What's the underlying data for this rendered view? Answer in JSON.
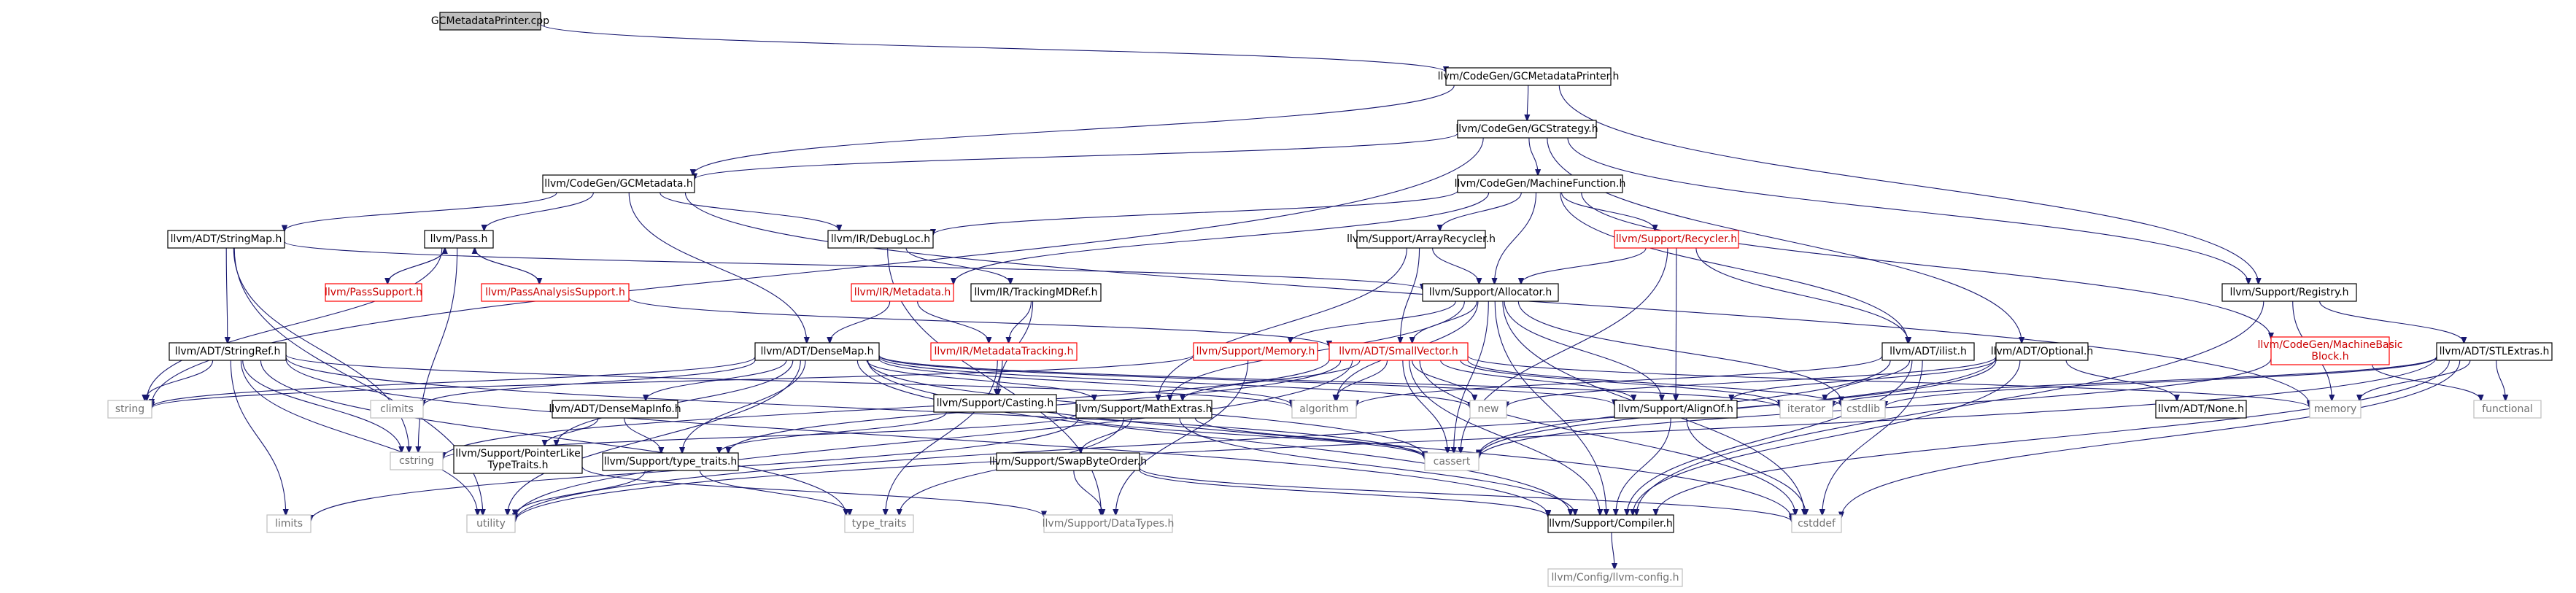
{
  "diagram": {
    "colors": {
      "edge": "#191970",
      "root_fill": "#bfbfbf",
      "red_border": "#ff0000",
      "red_text": "#cc0000",
      "gray": "#bfbfbf",
      "gray_text": "#707070"
    },
    "nodes": [
      {
        "id": "root",
        "label": "GCMetadataPrinter.cpp",
        "style": "root"
      },
      {
        "id": "gcmp",
        "label": "llvm/CodeGen/GCMetadataPrinter.h",
        "style": "normal"
      },
      {
        "id": "gcstrat",
        "label": "llvm/CodeGen/GCStrategy.h",
        "style": "normal"
      },
      {
        "id": "gcmeta",
        "label": "llvm/CodeGen/GCMetadata.h",
        "style": "normal"
      },
      {
        "id": "mfunc",
        "label": "llvm/CodeGen/MachineFunction.h",
        "style": "normal"
      },
      {
        "id": "stringmap",
        "label": "llvm/ADT/StringMap.h",
        "style": "normal"
      },
      {
        "id": "pass",
        "label": "llvm/Pass.h",
        "style": "normal"
      },
      {
        "id": "debugloc",
        "label": "llvm/IR/DebugLoc.h",
        "style": "normal"
      },
      {
        "id": "arrayrec",
        "label": "llvm/Support/ArrayRecycler.h",
        "style": "normal"
      },
      {
        "id": "recycler",
        "label": "llvm/Support/Recycler.h",
        "style": "red"
      },
      {
        "id": "registry",
        "label": "llvm/Support/Registry.h",
        "style": "normal"
      },
      {
        "id": "passsupport",
        "label": "llvm/PassSupport.h",
        "style": "red"
      },
      {
        "id": "passanalysis",
        "label": "llvm/PassAnalysisSupport.h",
        "style": "red"
      },
      {
        "id": "metadata",
        "label": "llvm/IR/Metadata.h",
        "style": "red"
      },
      {
        "id": "trackingmd",
        "label": "llvm/IR/TrackingMDRef.h",
        "style": "normal"
      },
      {
        "id": "allocator",
        "label": "llvm/Support/Allocator.h",
        "style": "normal"
      },
      {
        "id": "stringref",
        "label": "llvm/ADT/StringRef.h",
        "style": "normal"
      },
      {
        "id": "densemap",
        "label": "llvm/ADT/DenseMap.h",
        "style": "normal"
      },
      {
        "id": "mdtracking",
        "label": "llvm/IR/MetadataTracking.h",
        "style": "red"
      },
      {
        "id": "memory_h",
        "label": "llvm/Support/Memory.h",
        "style": "red"
      },
      {
        "id": "smallvector",
        "label": "llvm/ADT/SmallVector.h",
        "style": "red"
      },
      {
        "id": "ilist",
        "label": "llvm/ADT/ilist.h",
        "style": "normal"
      },
      {
        "id": "optional",
        "label": "llvm/ADT/Optional.h",
        "style": "normal"
      },
      {
        "id": "mbb",
        "label": "llvm/CodeGen/MachineBasic\nBlock.h",
        "style": "red"
      },
      {
        "id": "stlextras",
        "label": "llvm/ADT/STLExtras.h",
        "style": "normal"
      },
      {
        "id": "string",
        "label": "string",
        "style": "gray"
      },
      {
        "id": "climits",
        "label": "climits",
        "style": "gray"
      },
      {
        "id": "densemapinfo",
        "label": "llvm/ADT/DenseMapInfo.h",
        "style": "normal"
      },
      {
        "id": "casting",
        "label": "llvm/Support/Casting.h",
        "style": "normal"
      },
      {
        "id": "mathextras",
        "label": "llvm/Support/MathExtras.h",
        "style": "normal"
      },
      {
        "id": "algorithm",
        "label": "algorithm",
        "style": "gray"
      },
      {
        "id": "new",
        "label": "new",
        "style": "gray"
      },
      {
        "id": "alignof",
        "label": "llvm/Support/AlignOf.h",
        "style": "normal"
      },
      {
        "id": "iterator",
        "label": "iterator",
        "style": "gray"
      },
      {
        "id": "cstdlib",
        "label": "cstdlib",
        "style": "gray"
      },
      {
        "id": "none",
        "label": "llvm/ADT/None.h",
        "style": "normal"
      },
      {
        "id": "memory",
        "label": "memory",
        "style": "gray"
      },
      {
        "id": "functional",
        "label": "functional",
        "style": "gray"
      },
      {
        "id": "cstring",
        "label": "cstring",
        "style": "gray"
      },
      {
        "id": "ptrlike",
        "label": "llvm/Support/PointerLike\nTypeTraits.h",
        "style": "normal"
      },
      {
        "id": "typetraits_h",
        "label": "llvm/Support/type_traits.h",
        "style": "normal"
      },
      {
        "id": "swapbyte",
        "label": "llvm/Support/SwapByteOrder.h",
        "style": "normal"
      },
      {
        "id": "cassert",
        "label": "cassert",
        "style": "gray"
      },
      {
        "id": "limits",
        "label": "limits",
        "style": "gray"
      },
      {
        "id": "utility",
        "label": "utility",
        "style": "gray"
      },
      {
        "id": "type_traits",
        "label": "type_traits",
        "style": "gray"
      },
      {
        "id": "datatypes",
        "label": "llvm/Support/DataTypes.h",
        "style": "gray"
      },
      {
        "id": "compiler",
        "label": "llvm/Support/Compiler.h",
        "style": "normal"
      },
      {
        "id": "cstddef",
        "label": "cstddef",
        "style": "gray"
      },
      {
        "id": "llvmconfig",
        "label": "llvm/Config/llvm-config.h",
        "style": "gray"
      }
    ],
    "edges": [
      [
        "root",
        "gcmp"
      ],
      [
        "gcmp",
        "gcstrat"
      ],
      [
        "gcmp",
        "gcmeta"
      ],
      [
        "gcmp",
        "registry"
      ],
      [
        "gcstrat",
        "gcmeta"
      ],
      [
        "gcstrat",
        "mfunc"
      ],
      [
        "gcstrat",
        "optional"
      ],
      [
        "gcstrat",
        "registry"
      ],
      [
        "gcstrat",
        "string"
      ],
      [
        "gcmeta",
        "stringmap"
      ],
      [
        "gcmeta",
        "pass"
      ],
      [
        "gcmeta",
        "debugloc"
      ],
      [
        "gcmeta",
        "densemap"
      ],
      [
        "gcmeta",
        "memory"
      ],
      [
        "mfunc",
        "debugloc"
      ],
      [
        "mfunc",
        "arrayrec"
      ],
      [
        "mfunc",
        "recycler"
      ],
      [
        "mfunc",
        "allocator"
      ],
      [
        "mfunc",
        "metadata"
      ],
      [
        "mfunc",
        "ilist"
      ],
      [
        "mfunc",
        "mbb"
      ],
      [
        "stringmap",
        "stringref"
      ],
      [
        "stringmap",
        "allocator"
      ],
      [
        "stringmap",
        "cstring"
      ],
      [
        "stringmap",
        "utility"
      ],
      [
        "pass",
        "passsupport"
      ],
      [
        "pass",
        "passanalysis"
      ],
      [
        "pass",
        "string"
      ],
      [
        "pass",
        "cstring"
      ],
      [
        "passsupport",
        "pass"
      ],
      [
        "passanalysis",
        "pass"
      ],
      [
        "passanalysis",
        "smallvector"
      ],
      [
        "debugloc",
        "trackingmd"
      ],
      [
        "debugloc",
        "datatypes"
      ],
      [
        "arrayrec",
        "allocator"
      ],
      [
        "arrayrec",
        "smallvector"
      ],
      [
        "arrayrec",
        "mathextras"
      ],
      [
        "recycler",
        "allocator"
      ],
      [
        "recycler",
        "ilist"
      ],
      [
        "recycler",
        "alignof"
      ],
      [
        "recycler",
        "cassert"
      ],
      [
        "registry",
        "stlextras"
      ],
      [
        "registry",
        "memory"
      ],
      [
        "registry",
        "compiler"
      ],
      [
        "metadata",
        "densemap"
      ],
      [
        "metadata",
        "mdtracking"
      ],
      [
        "trackingmd",
        "mdtracking"
      ],
      [
        "trackingmd",
        "casting"
      ],
      [
        "allocator",
        "smallvector"
      ],
      [
        "allocator",
        "memory_h"
      ],
      [
        "allocator",
        "alignof"
      ],
      [
        "allocator",
        "mathextras"
      ],
      [
        "allocator",
        "algorithm"
      ],
      [
        "allocator",
        "cassert"
      ],
      [
        "allocator",
        "cstddef"
      ],
      [
        "allocator",
        "cstdlib"
      ],
      [
        "allocator",
        "compiler"
      ],
      [
        "stringref",
        "string"
      ],
      [
        "stringref",
        "algorithm"
      ],
      [
        "stringref",
        "cstring"
      ],
      [
        "stringref",
        "limits"
      ],
      [
        "stringref",
        "utility"
      ],
      [
        "stringref",
        "compiler"
      ],
      [
        "stringref",
        "type_traits"
      ],
      [
        "stringref",
        "cassert"
      ],
      [
        "densemap",
        "string"
      ],
      [
        "densemap",
        "climits"
      ],
      [
        "densemap",
        "densemapinfo"
      ],
      [
        "densemap",
        "mathextras"
      ],
      [
        "densemap",
        "algorithm"
      ],
      [
        "densemap",
        "new"
      ],
      [
        "densemap",
        "alignof"
      ],
      [
        "densemap",
        "iterator"
      ],
      [
        "densemap",
        "ptrlike"
      ],
      [
        "densemap",
        "typetraits_h"
      ],
      [
        "densemap",
        "cassert"
      ],
      [
        "densemap",
        "cstddef"
      ],
      [
        "densemap",
        "utility"
      ],
      [
        "densemap",
        "compiler"
      ],
      [
        "mdtracking",
        "casting"
      ],
      [
        "mdtracking",
        "type_traits"
      ],
      [
        "memory_h",
        "string"
      ],
      [
        "memory_h",
        "datatypes"
      ],
      [
        "smallvector",
        "mathextras"
      ],
      [
        "smallvector",
        "algorithm"
      ],
      [
        "smallvector",
        "alignof"
      ],
      [
        "smallvector",
        "iterator"
      ],
      [
        "smallvector",
        "cstdlib"
      ],
      [
        "smallvector",
        "memory"
      ],
      [
        "smallvector",
        "compiler"
      ],
      [
        "smallvector",
        "cassert"
      ],
      [
        "smallvector",
        "cstddef"
      ],
      [
        "smallvector",
        "cstring"
      ],
      [
        "smallvector",
        "typetraits_h"
      ],
      [
        "smallvector",
        "utility"
      ],
      [
        "smallvector",
        "new"
      ],
      [
        "ilist",
        "algorithm"
      ],
      [
        "ilist",
        "iterator"
      ],
      [
        "ilist",
        "cstddef"
      ],
      [
        "ilist",
        "cassert"
      ],
      [
        "ilist",
        "compiler"
      ],
      [
        "optional",
        "none"
      ],
      [
        "optional",
        "alignof"
      ],
      [
        "optional",
        "new"
      ],
      [
        "optional",
        "cassert"
      ],
      [
        "optional",
        "compiler"
      ],
      [
        "optional",
        "utility"
      ],
      [
        "mbb",
        "functional"
      ],
      [
        "mbb",
        "cassert"
      ],
      [
        "stlextras",
        "functional"
      ],
      [
        "stlextras",
        "memory"
      ],
      [
        "stlextras",
        "iterator"
      ],
      [
        "stlextras",
        "cstdlib"
      ],
      [
        "stlextras",
        "cstddef"
      ],
      [
        "stlextras",
        "compiler"
      ],
      [
        "stlextras",
        "utility"
      ],
      [
        "densemapinfo",
        "ptrlike"
      ],
      [
        "densemapinfo",
        "typetraits_h"
      ],
      [
        "casting",
        "typetraits_h"
      ],
      [
        "casting",
        "cassert"
      ],
      [
        "mathextras",
        "compiler"
      ],
      [
        "mathextras",
        "swapbyte"
      ],
      [
        "mathextras",
        "type_traits"
      ],
      [
        "mathextras",
        "cassert"
      ],
      [
        "mathextras",
        "cstring"
      ],
      [
        "mathextras",
        "limits"
      ],
      [
        "alignof",
        "compiler"
      ],
      [
        "alignof",
        "cstddef"
      ],
      [
        "ptrlike",
        "datatypes"
      ],
      [
        "typetraits_h",
        "utility"
      ],
      [
        "typetraits_h",
        "type_traits"
      ],
      [
        "swapbyte",
        "compiler"
      ],
      [
        "swapbyte",
        "datatypes"
      ],
      [
        "swapbyte",
        "cstddef"
      ],
      [
        "compiler",
        "llvmconfig"
      ]
    ]
  }
}
